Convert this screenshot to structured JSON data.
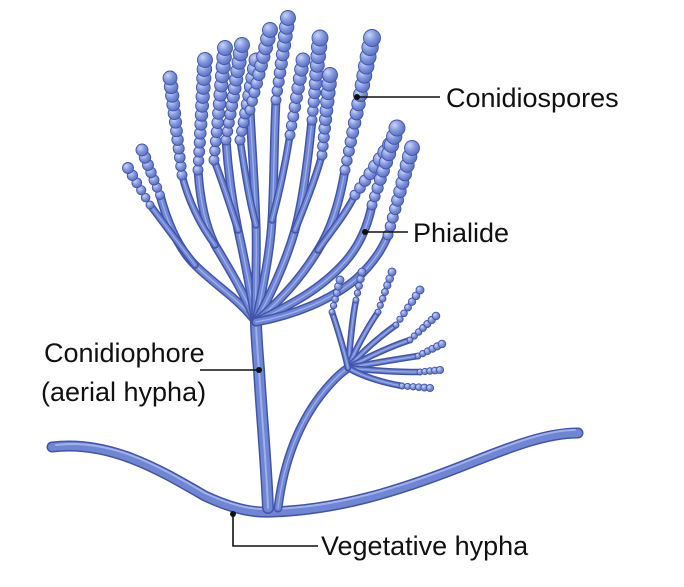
{
  "labels": {
    "conidiospores": "Conidiospores",
    "phialide": "Phialide",
    "conidiophore_line1": "Conidiophore",
    "conidiophore_line2": "(aerial hypha)",
    "vegetative_hypha": "Vegetative hypha"
  },
  "colors": {
    "hypha_fill": "#6f86d4",
    "hypha_outline": "#4254a8",
    "highlight": "#aebdf0",
    "spore_fill": "#7f95dc",
    "spore_outline": "#4254a8",
    "label_text": "#111111"
  }
}
